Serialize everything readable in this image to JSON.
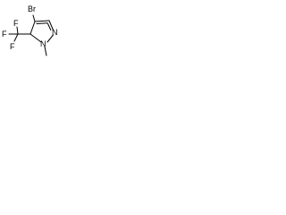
{
  "molecule": {
    "atoms": {
      "bromine": "Br",
      "fluorine_top": "F",
      "fluorine_left": "F",
      "fluorine_bottom": "F",
      "nitrogen_1": "N",
      "nitrogen_2": "N"
    },
    "colors": {
      "bond": "#000000",
      "label": "#000000",
      "background": "#ffffff"
    }
  }
}
